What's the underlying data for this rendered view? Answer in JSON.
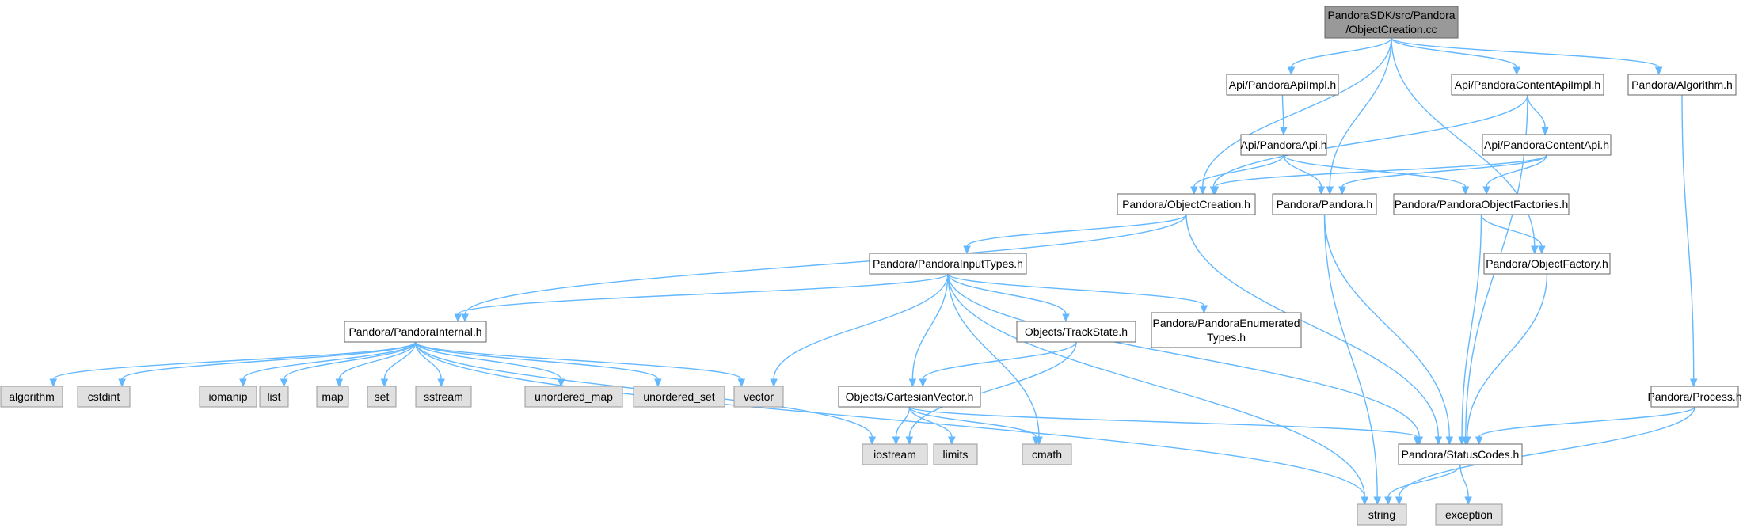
{
  "graph": {
    "nodes": [
      {
        "id": "root",
        "kind": "root",
        "lines": [
          "PandoraSDK/src/Pandora",
          "/ObjectCreation.cc"
        ]
      },
      {
        "id": "apiImpl",
        "kind": "file",
        "lines": [
          "Api/PandoraApiImpl.h"
        ]
      },
      {
        "id": "contentApiImpl",
        "kind": "file",
        "lines": [
          "Api/PandoraContentApiImpl.h"
        ]
      },
      {
        "id": "algorithm",
        "kind": "file",
        "lines": [
          "Pandora/Algorithm.h"
        ]
      },
      {
        "id": "api",
        "kind": "file",
        "lines": [
          "Api/PandoraApi.h"
        ]
      },
      {
        "id": "contentApi",
        "kind": "file",
        "lines": [
          "Api/PandoraContentApi.h"
        ]
      },
      {
        "id": "objCreation",
        "kind": "file",
        "lines": [
          "Pandora/ObjectCreation.h"
        ]
      },
      {
        "id": "pandora",
        "kind": "file",
        "lines": [
          "Pandora/Pandora.h"
        ]
      },
      {
        "id": "objFactories",
        "kind": "file",
        "lines": [
          "Pandora/PandoraObjectFactories.h"
        ]
      },
      {
        "id": "inputTypes",
        "kind": "file",
        "lines": [
          "Pandora/PandoraInputTypes.h"
        ]
      },
      {
        "id": "objFactory",
        "kind": "file",
        "lines": [
          "Pandora/ObjectFactory.h"
        ]
      },
      {
        "id": "internal",
        "kind": "file",
        "lines": [
          "Pandora/PandoraInternal.h"
        ]
      },
      {
        "id": "trackState",
        "kind": "file",
        "lines": [
          "Objects/TrackState.h"
        ]
      },
      {
        "id": "enumTypes",
        "kind": "file",
        "lines": [
          "Pandora/PandoraEnumerated",
          "Types.h"
        ]
      },
      {
        "id": "process",
        "kind": "file",
        "lines": [
          "Pandora/Process.h"
        ]
      },
      {
        "id": "cartesian",
        "kind": "file",
        "lines": [
          "Objects/CartesianVector.h"
        ]
      },
      {
        "id": "statusCodes",
        "kind": "file",
        "lines": [
          "Pandora/StatusCodes.h"
        ]
      },
      {
        "id": "algorithmSys",
        "kind": "sys",
        "lines": [
          "algorithm"
        ]
      },
      {
        "id": "cstdint",
        "kind": "sys",
        "lines": [
          "cstdint"
        ]
      },
      {
        "id": "iomanip",
        "kind": "sys",
        "lines": [
          "iomanip"
        ]
      },
      {
        "id": "list",
        "kind": "sys",
        "lines": [
          "list"
        ]
      },
      {
        "id": "map",
        "kind": "sys",
        "lines": [
          "map"
        ]
      },
      {
        "id": "set",
        "kind": "sys",
        "lines": [
          "set"
        ]
      },
      {
        "id": "sstream",
        "kind": "sys",
        "lines": [
          "sstream"
        ]
      },
      {
        "id": "unorderedMap",
        "kind": "sys",
        "lines": [
          "unordered_map"
        ]
      },
      {
        "id": "unorderedSet",
        "kind": "sys",
        "lines": [
          "unordered_set"
        ]
      },
      {
        "id": "vector",
        "kind": "sys",
        "lines": [
          "vector"
        ]
      },
      {
        "id": "iostream",
        "kind": "sys",
        "lines": [
          "iostream"
        ]
      },
      {
        "id": "limits",
        "kind": "sys",
        "lines": [
          "limits"
        ]
      },
      {
        "id": "cmath",
        "kind": "sys",
        "lines": [
          "cmath"
        ]
      },
      {
        "id": "string",
        "kind": "sys",
        "lines": [
          "string"
        ]
      },
      {
        "id": "exception",
        "kind": "sys",
        "lines": [
          "exception"
        ]
      }
    ],
    "edges": [
      [
        "root",
        "apiImpl"
      ],
      [
        "root",
        "contentApiImpl"
      ],
      [
        "root",
        "algorithm"
      ],
      [
        "root",
        "objCreation"
      ],
      [
        "root",
        "pandora"
      ],
      [
        "root",
        "objFactory"
      ],
      [
        "apiImpl",
        "api"
      ],
      [
        "api",
        "objCreation"
      ],
      [
        "api",
        "pandora"
      ],
      [
        "api",
        "objFactories"
      ],
      [
        "contentApiImpl",
        "objCreation"
      ],
      [
        "contentApiImpl",
        "contentApi"
      ],
      [
        "contentApiImpl",
        "statusCodes"
      ],
      [
        "contentApi",
        "objCreation"
      ],
      [
        "contentApi",
        "pandora"
      ],
      [
        "contentApi",
        "objFactories"
      ],
      [
        "objCreation",
        "inputTypes"
      ],
      [
        "objCreation",
        "internal"
      ],
      [
        "objCreation",
        "statusCodes"
      ],
      [
        "pandora",
        "string"
      ],
      [
        "pandora",
        "statusCodes"
      ],
      [
        "objFactories",
        "objFactory"
      ],
      [
        "objFactories",
        "statusCodes"
      ],
      [
        "objFactory",
        "statusCodes"
      ],
      [
        "algorithm",
        "process"
      ],
      [
        "process",
        "statusCodes"
      ],
      [
        "process",
        "string"
      ],
      [
        "inputTypes",
        "internal"
      ],
      [
        "inputTypes",
        "vector"
      ],
      [
        "inputTypes",
        "trackState"
      ],
      [
        "inputTypes",
        "enumTypes"
      ],
      [
        "inputTypes",
        "cartesian"
      ],
      [
        "inputTypes",
        "cmath"
      ],
      [
        "inputTypes",
        "string"
      ],
      [
        "inputTypes",
        "statusCodes"
      ],
      [
        "internal",
        "algorithmSys"
      ],
      [
        "internal",
        "cstdint"
      ],
      [
        "internal",
        "iomanip"
      ],
      [
        "internal",
        "list"
      ],
      [
        "internal",
        "map"
      ],
      [
        "internal",
        "set"
      ],
      [
        "internal",
        "sstream"
      ],
      [
        "internal",
        "unorderedMap"
      ],
      [
        "internal",
        "unorderedSet"
      ],
      [
        "internal",
        "vector"
      ],
      [
        "internal",
        "iostream"
      ],
      [
        "internal",
        "string"
      ],
      [
        "trackState",
        "cartesian"
      ],
      [
        "trackState",
        "iostream"
      ],
      [
        "cartesian",
        "iostream"
      ],
      [
        "cartesian",
        "limits"
      ],
      [
        "cartesian",
        "cmath"
      ],
      [
        "cartesian",
        "statusCodes"
      ],
      [
        "statusCodes",
        "string"
      ],
      [
        "statusCodes",
        "exception"
      ]
    ]
  }
}
